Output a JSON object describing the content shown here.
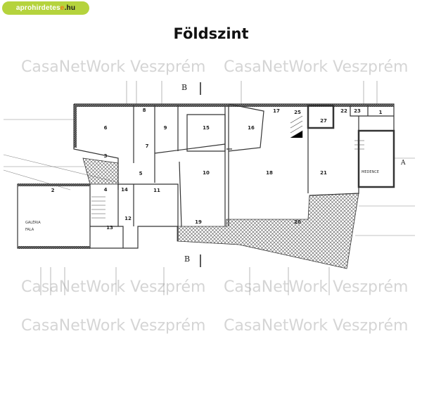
{
  "logo": {
    "prefix": "aprohirdetes",
    "accent": "e",
    "suffix": ".hu",
    "accent_color": "#f07a1a",
    "bg_color": "#b5d33d"
  },
  "title": "Földszint",
  "watermark": "CasaNetWork Veszprém",
  "section_marks": [
    "B",
    "B",
    "A"
  ],
  "rooms": [
    {
      "label": "6"
    },
    {
      "label": "8"
    },
    {
      "label": "9"
    },
    {
      "label": "15"
    },
    {
      "label": "16"
    },
    {
      "label": "17"
    },
    {
      "label": "25"
    },
    {
      "label": "27"
    },
    {
      "label": "22"
    },
    {
      "label": "23"
    },
    {
      "label": "1"
    },
    {
      "label": "7"
    },
    {
      "label": "3"
    },
    {
      "label": "5"
    },
    {
      "label": "10"
    },
    {
      "label": "18"
    },
    {
      "label": "21"
    },
    {
      "label": "2"
    },
    {
      "label": "4"
    },
    {
      "label": "14"
    },
    {
      "label": "11"
    },
    {
      "label": "13"
    },
    {
      "label": "12"
    },
    {
      "label": "19"
    },
    {
      "label": "20"
    }
  ],
  "annotations": {
    "gallery": "GALÉRIA",
    "gallery2": "FALA",
    "pool": "MEDENCE"
  }
}
